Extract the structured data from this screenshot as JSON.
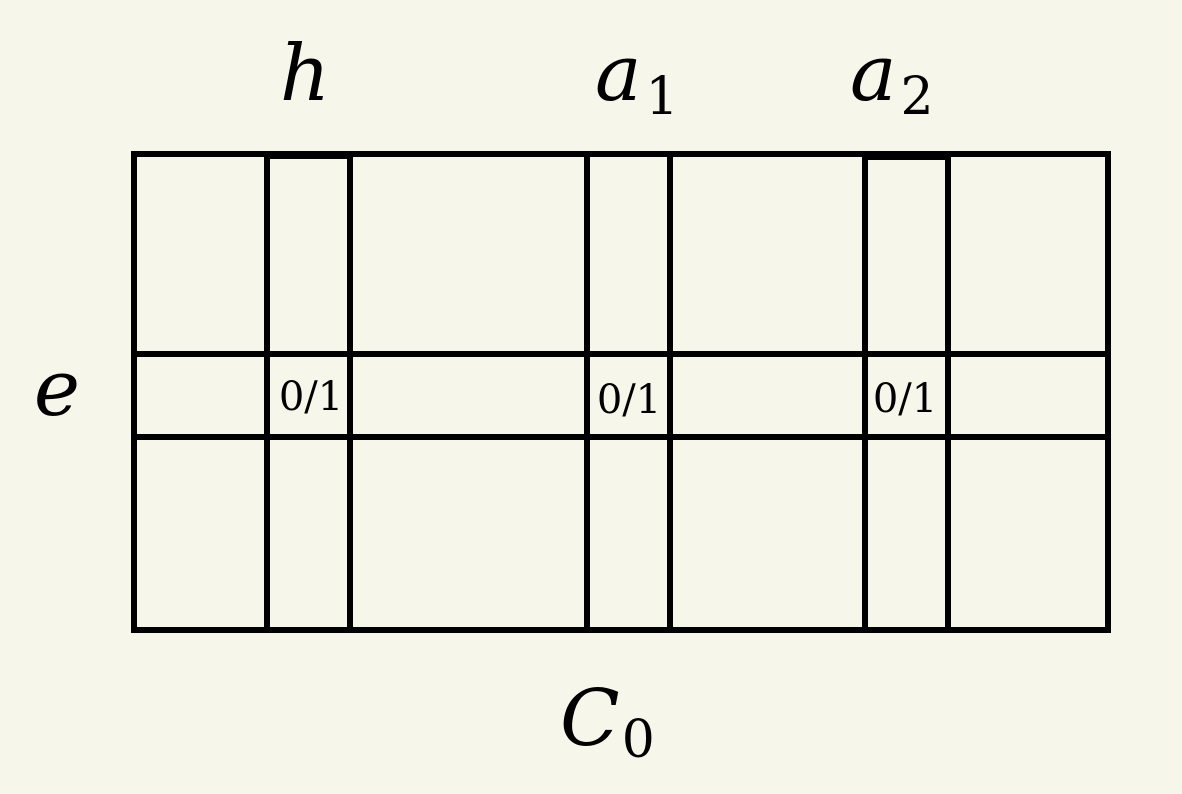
{
  "labels": {
    "column_h": "h",
    "column_a1_base": "a",
    "column_a1_sub": "1",
    "column_a2_base": "a",
    "column_a2_sub": "2",
    "row_e": "e",
    "bottom_base": "C",
    "bottom_sub": "0"
  },
  "cells": {
    "h_cell": "0/1",
    "a1_cell": "0/1",
    "a2_cell": "0/1"
  }
}
